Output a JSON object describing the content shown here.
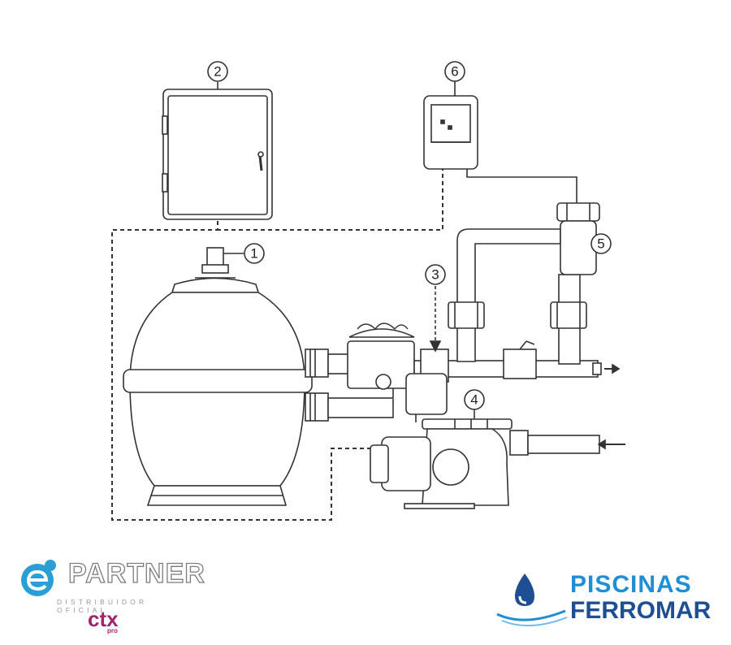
{
  "diagram": {
    "callouts": [
      "1",
      "2",
      "3",
      "4",
      "5",
      "6"
    ]
  },
  "logos": {
    "epartner": {
      "brand": "PARTNER",
      "subtitle": "DISTRIBUIDOR OFICIAL",
      "sub_brand": "ctx",
      "sub_brand_suffix": "pro",
      "colors": {
        "accent": "#2a9fd6",
        "brand": "#a0236b"
      }
    },
    "piscinas_ferromar": {
      "line1": "PISCINAS",
      "line2": "FERROMAR",
      "colors": {
        "light": "#1f8ed4",
        "dark": "#1e4f93"
      }
    }
  }
}
